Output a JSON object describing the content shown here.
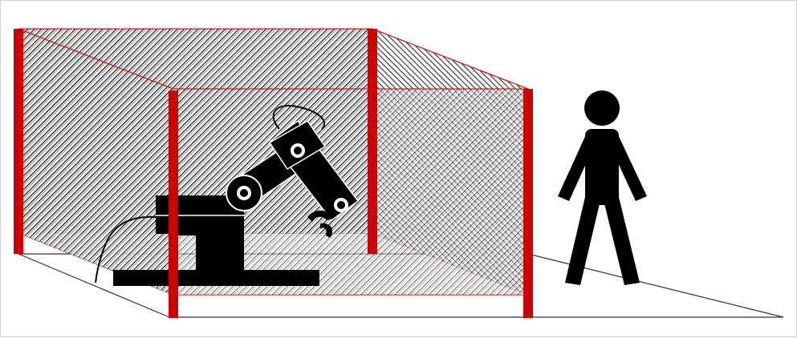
{
  "diagram": {
    "subject": "robot-work-cell-safety-fence",
    "elements": [
      "safety-fence-enclosure",
      "mesh-panel-back",
      "mesh-panel-front",
      "mesh-panel-right",
      "fence-posts",
      "floor-outline",
      "industrial-robot-arm",
      "robot-gripper",
      "robot-cable",
      "robot-base-plate",
      "human-figure"
    ]
  },
  "colors": {
    "post_red": "#cc0000",
    "rail_red": "#cc1a1a",
    "mesh_dark": "#1a1a1a",
    "mesh_light": "#ffffff",
    "robot_black": "#000000",
    "human_black": "#000000",
    "floor_line": "#333333"
  }
}
